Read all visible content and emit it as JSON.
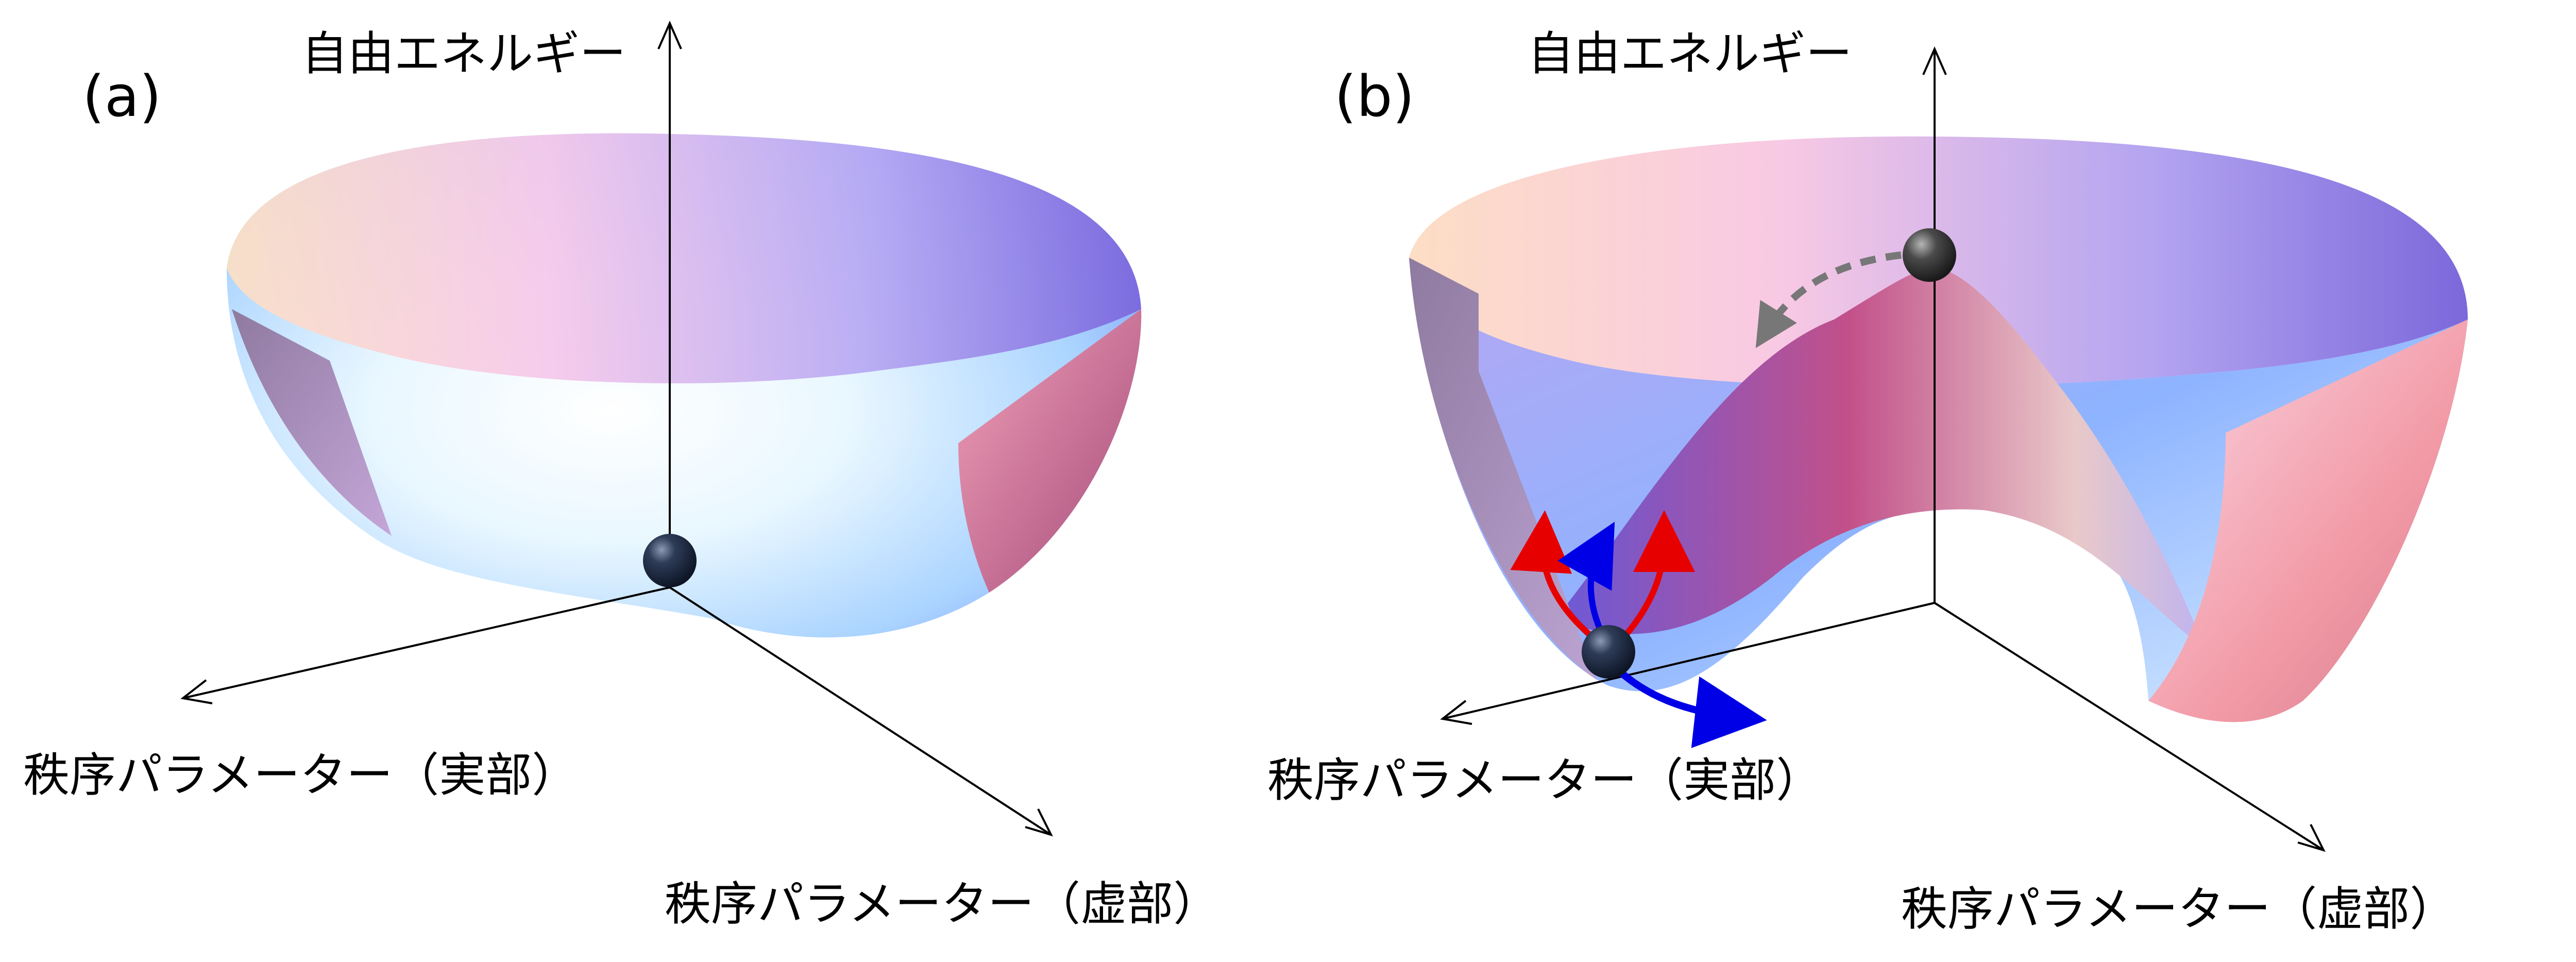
{
  "panels": [
    {
      "label": "(a)",
      "y_axis_label": "自由エネルギー",
      "x_axis_label": "秩序パラメーター（実部）",
      "z_axis_label": "秩序パラメーター（虚部）"
    },
    {
      "label": "(b)",
      "y_axis_label": "自由エネルギー",
      "x_axis_label": "秩序パラメーター（実部）",
      "z_axis_label": "秩序パラメーター（虚部）"
    }
  ],
  "colors": {
    "ball": "#1f2d44",
    "amplitude_arrow": "#e60000",
    "phase_arrow": "#0000e6",
    "dashed_arrow": "#777777",
    "surface_pink": "#f3a9c6",
    "surface_blue": "#8a7ae8",
    "surface_cyan": "#bfe6ff"
  }
}
